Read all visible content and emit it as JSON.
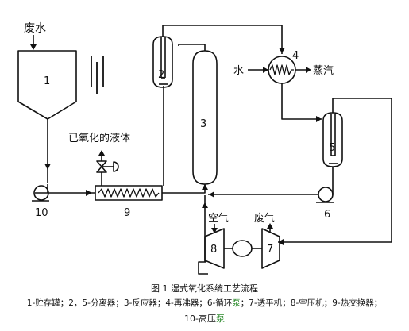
{
  "labels": {
    "waste_water": "废水",
    "oxidized_liquid": "已氧化的液体",
    "water": "水",
    "steam": "蒸汽",
    "air": "空气",
    "waste_gas": "废气"
  },
  "numbers": {
    "n1": "1",
    "n2": "2",
    "n3": "3",
    "n4": "4",
    "n5": "5",
    "n6": "6",
    "n7": "7",
    "n8": "8",
    "n9": "9",
    "n10": "10"
  },
  "caption": {
    "title": "图 1 湿式氧化系统工艺流程",
    "line2_a": "1-贮存罐；2，5-分离器；3-反应器；4-再沸器；6-循环",
    "line2_b": "泵",
    "line2_c": "；7-透平机；8-空压机；9-热交换器；",
    "line3_a": "10-高压",
    "line3_b": "泵"
  },
  "colors": {
    "line": "#111111",
    "highlight": "#2e8b2e"
  }
}
